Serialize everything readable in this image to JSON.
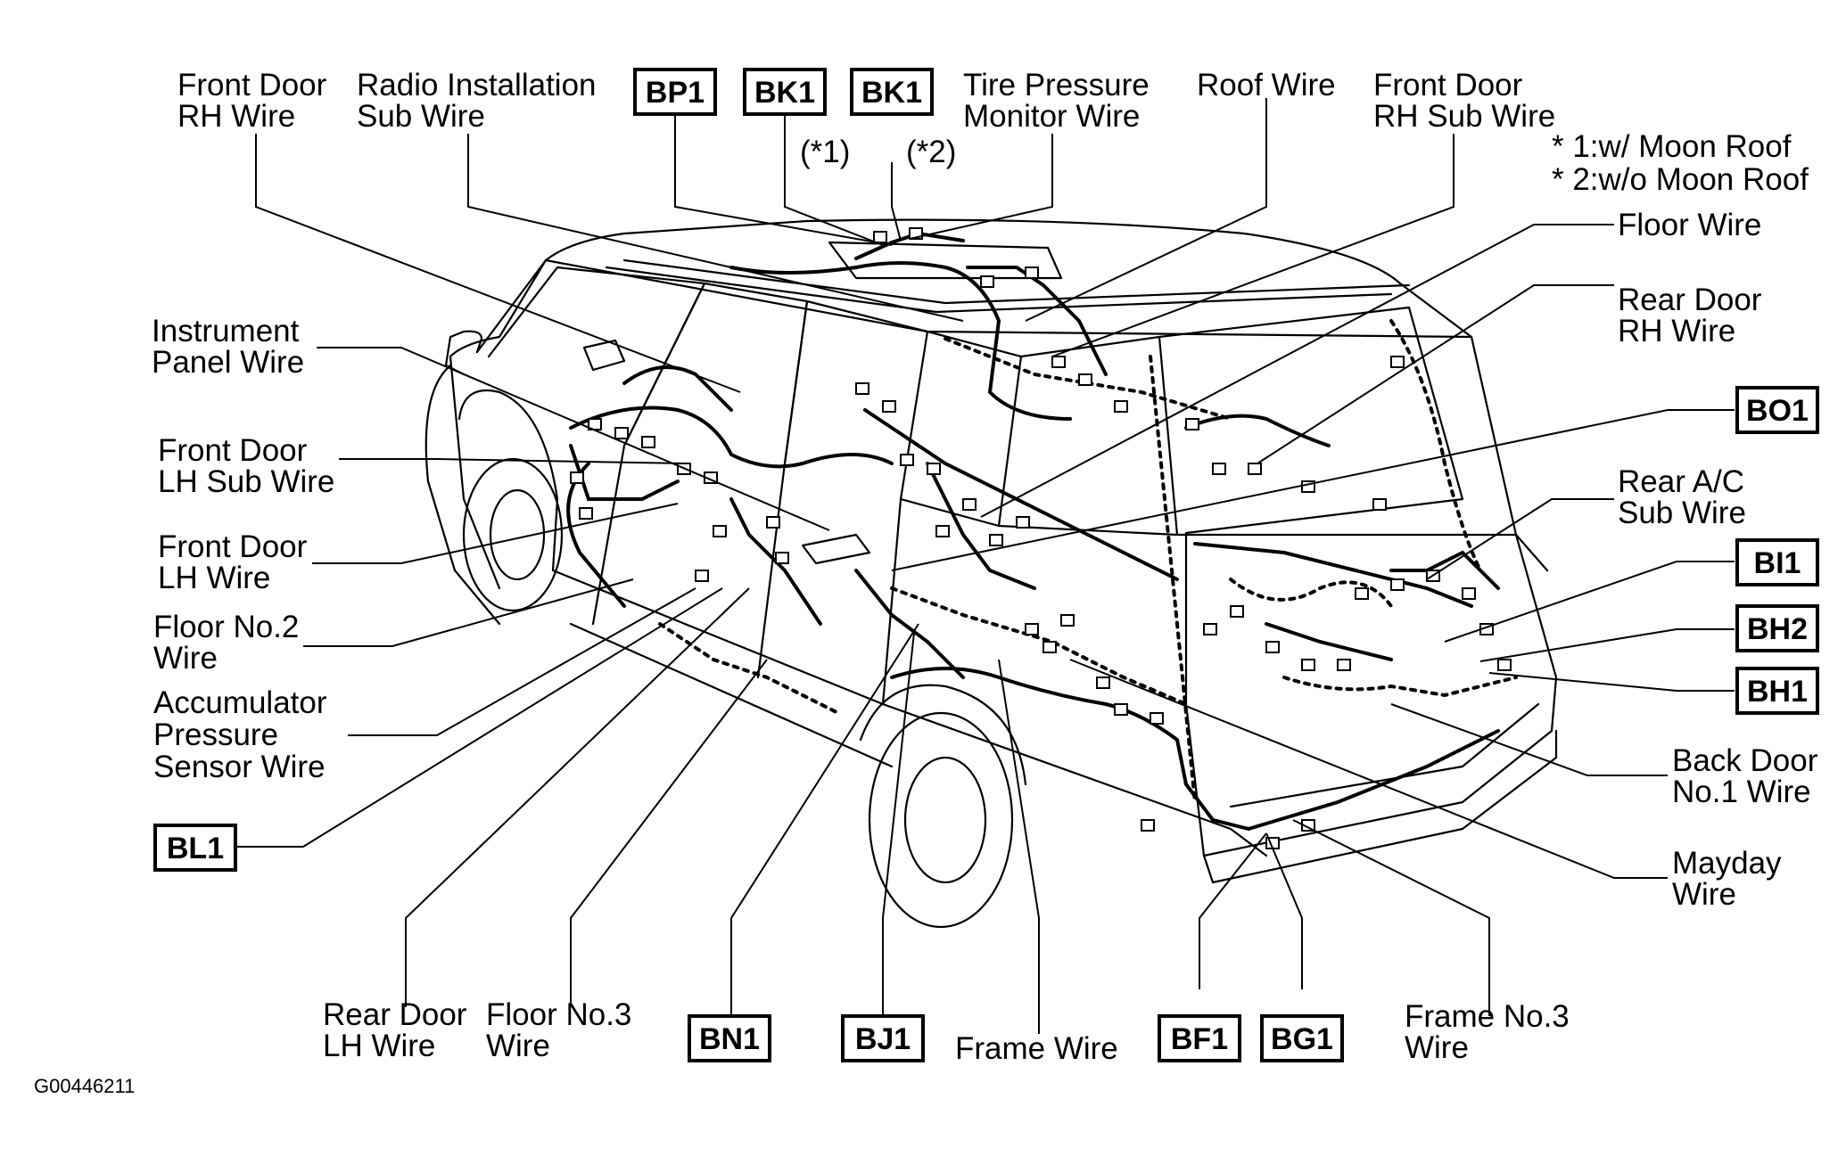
{
  "labels": {
    "front_door_rh_wire": [
      "Front Door",
      "RH Wire"
    ],
    "radio_installation_sub_wire": [
      "Radio Installation",
      "Sub Wire"
    ],
    "tire_pressure_monitor_wire": [
      "Tire Pressure",
      "Monitor Wire"
    ],
    "roof_wire": [
      "Roof Wire"
    ],
    "front_door_rh_sub_wire": [
      "Front Door",
      "RH Sub Wire"
    ],
    "floor_wire": [
      "Floor Wire"
    ],
    "rear_door_rh_wire": [
      "Rear Door",
      "RH Wire"
    ],
    "rear_ac_sub_wire": [
      "Rear A/C",
      "Sub Wire"
    ],
    "back_door_no1_wire": [
      "Back Door",
      "No.1 Wire"
    ],
    "mayday_wire": [
      "Mayday",
      "Wire"
    ],
    "frame_no3_wire": [
      "Frame No.3",
      "Wire"
    ],
    "frame_wire": [
      "Frame Wire"
    ],
    "floor_no3_wire": [
      "Floor No.3",
      "Wire"
    ],
    "rear_door_lh_wire": [
      "Rear Door",
      "LH Wire"
    ],
    "accumulator_pressure_sensor_wire": [
      "Accumulator",
      "Pressure",
      "Sensor Wire"
    ],
    "floor_no2_wire": [
      "Floor No.2",
      "Wire"
    ],
    "front_door_lh_wire": [
      "Front Door",
      "LH Wire"
    ],
    "front_door_lh_sub_wire": [
      "Front Door",
      "LH Sub Wire"
    ],
    "instrument_panel_wire": [
      "Instrument",
      "Panel Wire"
    ]
  },
  "codes": {
    "bp1": "BP1",
    "bk1_a": "BK1",
    "bk1_b": "BK1",
    "bo1": "BO1",
    "bi1": "BI1",
    "bh2": "BH2",
    "bh1": "BH1",
    "bl1": "BL1",
    "bn1": "BN1",
    "bj1": "BJ1",
    "bf1": "BF1",
    "bg1": "BG1"
  },
  "footnote_refs": {
    "bk1_a": "(*1)",
    "bk1_b": "(*2)"
  },
  "notes": {
    "moon_roof_1": "* 1:w/ Moon Roof",
    "moon_roof_2": "* 2:w/o Moon Roof"
  },
  "figure_id": "G00446211"
}
